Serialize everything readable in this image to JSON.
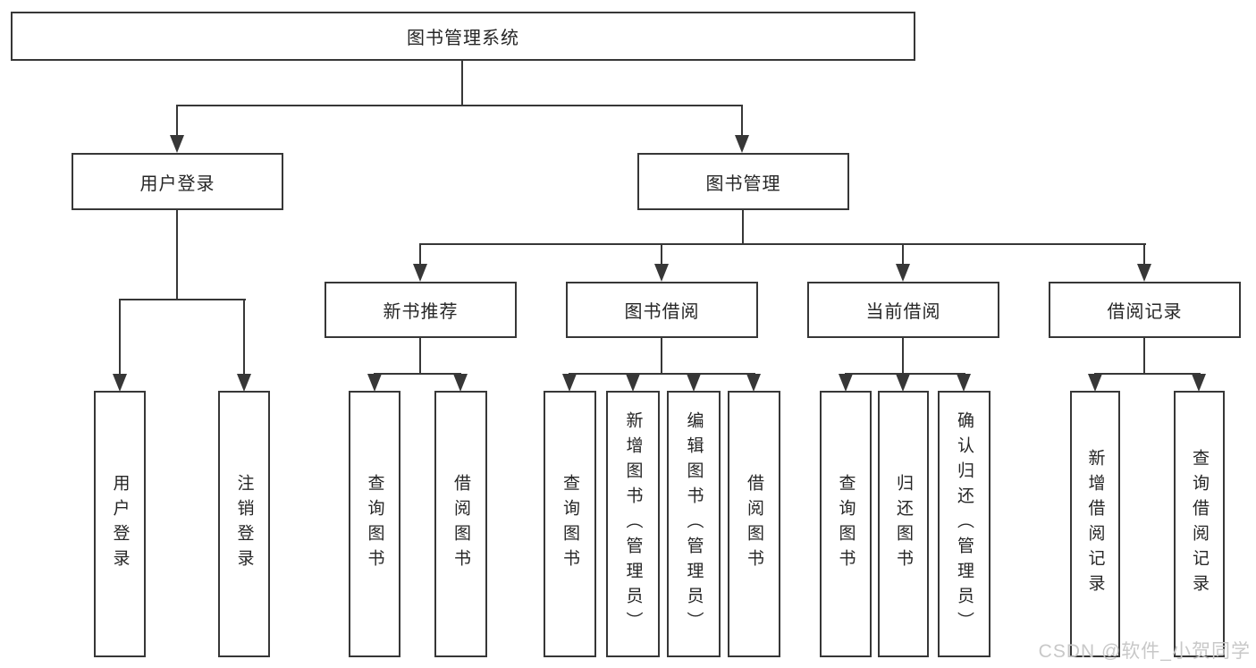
{
  "tree": {
    "label": "图书管理系统",
    "children": [
      {
        "label": "用户登录",
        "children": [
          {
            "label": "用户登录"
          },
          {
            "label": "注销登录"
          }
        ]
      },
      {
        "label": "图书管理",
        "children": [
          {
            "label": "新书推荐",
            "children": [
              {
                "label": "查询图书"
              },
              {
                "label": "借阅图书"
              }
            ]
          },
          {
            "label": "图书借阅",
            "children": [
              {
                "label": "查询图书"
              },
              {
                "label": "新增图书（管理员）"
              },
              {
                "label": "编辑图书（管理员）"
              },
              {
                "label": "借阅图书"
              }
            ]
          },
          {
            "label": "当前借阅",
            "children": [
              {
                "label": "查询图书"
              },
              {
                "label": "归还图书"
              },
              {
                "label": "确认归还（管理员）"
              }
            ]
          },
          {
            "label": "借阅记录",
            "children": [
              {
                "label": "新增借阅记录"
              },
              {
                "label": "查询借阅记录"
              }
            ]
          }
        ]
      }
    ]
  },
  "watermark": {
    "text": "CSDN @软件_小贺同学"
  },
  "colors": {
    "line": "#373737",
    "text": "#262626",
    "watermark": "#c8c8c8",
    "background": "#ffffff",
    "box_background": "#ffffff"
  }
}
